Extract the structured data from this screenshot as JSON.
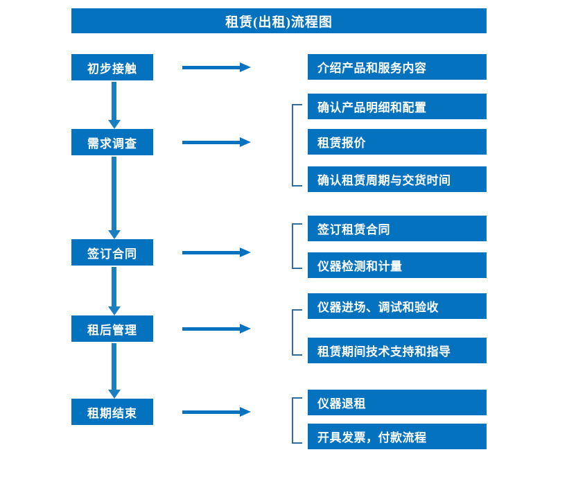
{
  "diagram": {
    "title": "租赁(出租)流程图",
    "accent_color": "#0572c0",
    "arrow_color": "#1a7ec2",
    "bracket_color": "#2e6ca4",
    "text_color": "#ffffff",
    "type": "flowchart",
    "stages": [
      {
        "label": "初步接触"
      },
      {
        "label": "需求调查"
      },
      {
        "label": "签订合同"
      },
      {
        "label": "租后管理"
      },
      {
        "label": "租期结束"
      }
    ],
    "details": [
      {
        "label": "介绍产品和服务内容"
      },
      {
        "label": "确认产品明细和配置"
      },
      {
        "label": "租赁报价"
      },
      {
        "label": "确认租赁周期与交货时间"
      },
      {
        "label": "签订租赁合同"
      },
      {
        "label": "仪器检测和计量"
      },
      {
        "label": "仪器进场、调试和验收"
      },
      {
        "label": "租赁期间技术支持和指导"
      },
      {
        "label": "仪器退租"
      },
      {
        "label": "开具发票，付款流程"
      }
    ],
    "groups": [
      {
        "stage": "需求调查",
        "details": [
          "确认产品明细和配置",
          "租赁报价",
          "确认租赁周期与交货时间"
        ]
      },
      {
        "stage": "签订合同",
        "details": [
          "签订租赁合同",
          "仪器检测和计量"
        ]
      },
      {
        "stage": "租后管理",
        "details": [
          "仪器进场、调试和验收",
          "租赁期间技术支持和指导"
        ]
      },
      {
        "stage": "租期结束",
        "details": [
          "仪器退租",
          "开具发票，付款流程"
        ]
      }
    ]
  }
}
